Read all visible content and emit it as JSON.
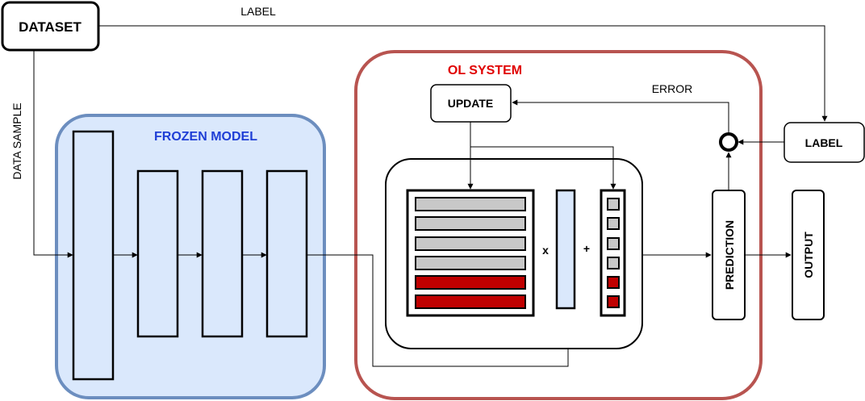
{
  "nodes": {
    "dataset": "DATASET",
    "frozen_model": "FROZEN MODEL",
    "ol_system": "OL SYSTEM",
    "update": "UPDATE",
    "label_box": "LABEL",
    "prediction": "PREDICTION",
    "output": "OUTPUT"
  },
  "edges": {
    "label_top": "LABEL",
    "data_sample": "DATA SAMPLE",
    "error": "ERROR"
  },
  "operators": {
    "multiply": "x",
    "add": "+"
  },
  "colors": {
    "frozen_fill": "#dae8fc",
    "frozen_border": "#6c8ebf",
    "frozen_title": "#1f3fd6",
    "ol_border": "#b85450",
    "ol_title": "#e00000",
    "weight_gray": "#c8c8c8",
    "weight_red": "#c00000"
  }
}
